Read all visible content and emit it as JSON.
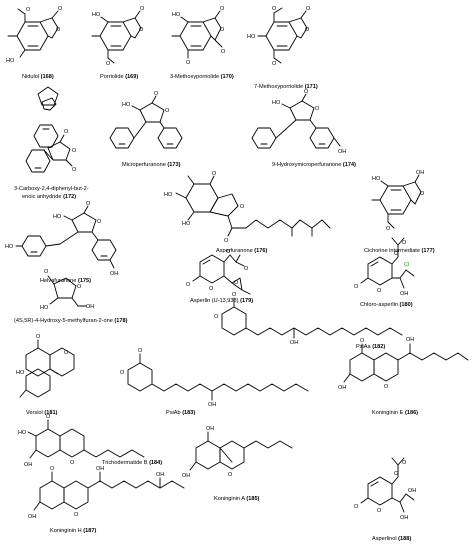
{
  "compounds": [
    {
      "name": "Nidulol",
      "num": "(168)"
    },
    {
      "name": "Porriolide",
      "num": "(169)"
    },
    {
      "name": "3-Methoxyporriolide",
      "num": "(170)"
    },
    {
      "name": "7-Methoxyporriolide",
      "num": "(171)"
    },
    {
      "name": "3-Carboxy-2,4-diphenyl-but-2-",
      "name2": "enoic anhydride",
      "num": "(172)"
    },
    {
      "name": "Microperfuranone",
      "num": "(173)"
    },
    {
      "name": "9-Hydroxymicroperfuranone",
      "num": "(174)"
    },
    {
      "name": "Asperfuranone",
      "num": "(176)"
    },
    {
      "name": "Cichorine intermediate",
      "num": "(177)"
    },
    {
      "name": "Helvafuranone",
      "num": "(175)"
    },
    {
      "name": "Asperlin (U-13,933)",
      "num": "(179)"
    },
    {
      "name": "Chloro-asperlin",
      "num": "(180)"
    },
    {
      "name": "(4S,5R)-4-Hydroxy-5-methylfuran-2-one",
      "num": "(178)"
    },
    {
      "name": "PsiAa",
      "num": "(182)"
    },
    {
      "name": "Versiol",
      "num": "(181)"
    },
    {
      "name": "PsiAb",
      "num": "(183)"
    },
    {
      "name": "Koninginin E",
      "num": "(186)"
    },
    {
      "name": "Trichodermatide B",
      "num": "(184)"
    },
    {
      "name": "Koninginin A",
      "num": "(185)"
    },
    {
      "name": "Koninginin H",
      "num": "(187)"
    },
    {
      "name": "Asperlinol",
      "num": "(188)"
    }
  ],
  "atoms": {
    "oh": "OH",
    "ho": "HO",
    "o": "O",
    "cl": "Cl",
    "o_or": "O"
  },
  "colors": {
    "oxygen": "#d40000",
    "chlorine": "#2a9a2a"
  }
}
